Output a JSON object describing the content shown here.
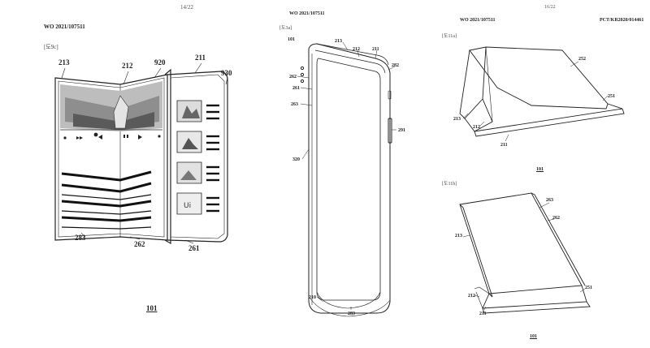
{
  "sheet1": {
    "page_number": "14/22",
    "pub_number": "WO 2021/107511",
    "fig_label": "[도9c]",
    "refs": {
      "r213": "213",
      "r212": "212",
      "r920": "920",
      "r211": "211",
      "r930": "930",
      "r283": "283",
      "r262": "262",
      "r261": "261",
      "fig": "101"
    }
  },
  "sheet2": {
    "pub_number": "WO 2021/107511",
    "fig_label": "[도3a]",
    "refs": {
      "r101": "101",
      "r213": "213",
      "r212": "212",
      "r211": "211",
      "r282": "282",
      "r262": "262",
      "r261": "261",
      "r263": "263",
      "r291": "291",
      "r320": "320",
      "r210": "210",
      "r283": "283"
    }
  },
  "sheet3": {
    "page_number": "16/22",
    "pub_number": "WO 2021/107511",
    "pct_number": "PCT/KR2020/014461",
    "fig_a_label": "[도11a]",
    "fig_b_label": "[도11b]",
    "refs_a": {
      "r252": "252",
      "r251": "251",
      "r213": "213",
      "r212": "212",
      "r211": "211",
      "fig": "101"
    },
    "refs_b": {
      "r263": "263",
      "r262": "262",
      "r213": "213",
      "r212": "212",
      "r211": "211",
      "r251": "251",
      "fig": "101"
    }
  }
}
